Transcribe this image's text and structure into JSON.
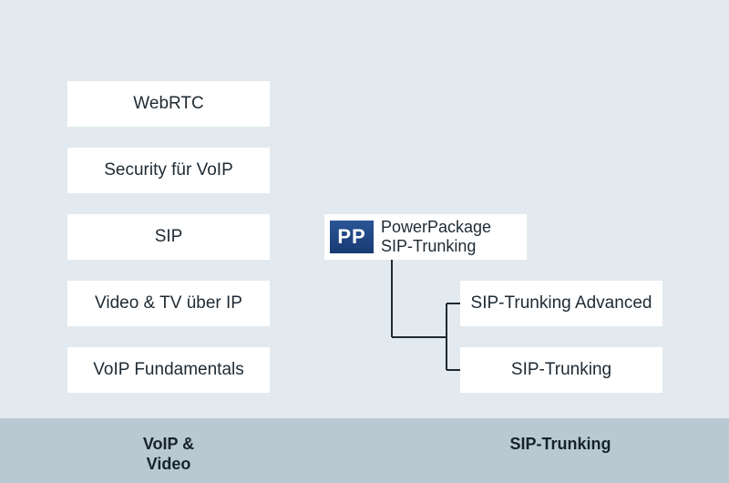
{
  "colors": {
    "background": "#e2eaef",
    "box": "#ffffff",
    "footer": "#b8c9d2",
    "badge": "#1f3f7a",
    "line": "#1e2a33"
  },
  "left_column": [
    {
      "label": "WebRTC"
    },
    {
      "label": "Security für VoIP"
    },
    {
      "label": "SIP"
    },
    {
      "label": "Video & TV über IP"
    },
    {
      "label": "VoIP Fundamentals"
    }
  ],
  "powerpackage": {
    "badge": "PP",
    "line1": "PowerPackage",
    "line2": "SIP-Trunking"
  },
  "right_column": [
    {
      "label": "SIP-Trunking Advanced"
    },
    {
      "label": "SIP-Trunking"
    }
  ],
  "footer": {
    "left_line1": "VoIP &",
    "left_line2": "Video",
    "right": "SIP-Trunking"
  }
}
